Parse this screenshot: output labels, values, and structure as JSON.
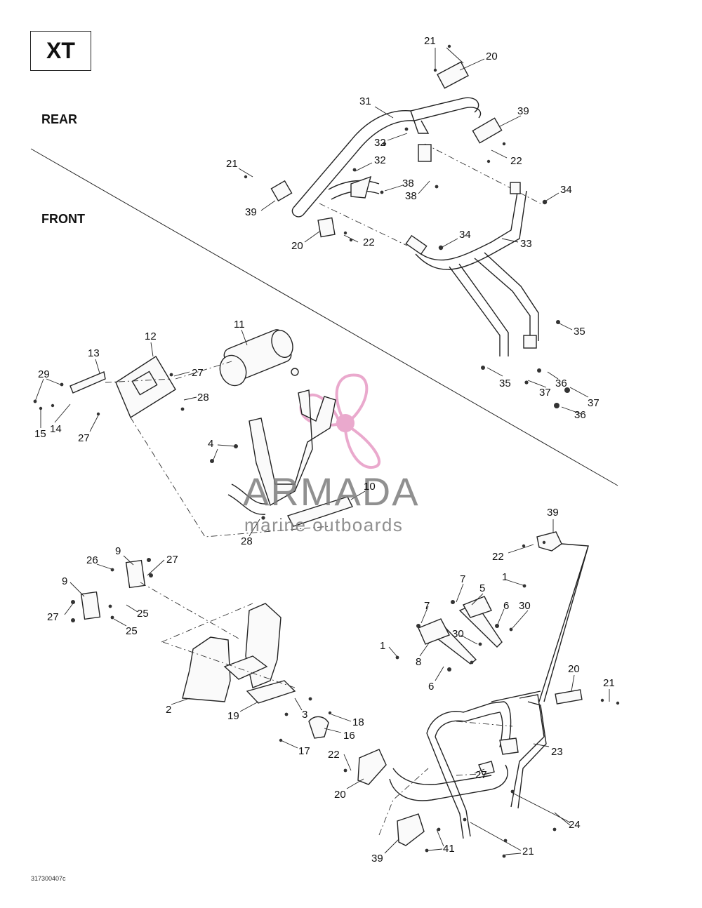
{
  "badge": "XT",
  "sides": {
    "rear": "REAR",
    "front": "FRONT"
  },
  "figure_code": "317300407c",
  "watermark": {
    "title": "ARMADA",
    "subtitle": "marine outboards",
    "color": "#e8a0c8"
  },
  "callouts": [
    {
      "id": "c21a",
      "text": "21"
    },
    {
      "id": "c20a",
      "text": "20"
    },
    {
      "id": "c31",
      "text": "31"
    },
    {
      "id": "c39a",
      "text": "39"
    },
    {
      "id": "c32a",
      "text": "32"
    },
    {
      "id": "c22a",
      "text": "22"
    },
    {
      "id": "c21b",
      "text": "21"
    },
    {
      "id": "c32b",
      "text": "32"
    },
    {
      "id": "c38a",
      "text": "38"
    },
    {
      "id": "c38b",
      "text": "38"
    },
    {
      "id": "c34a",
      "text": "34"
    },
    {
      "id": "c39b",
      "text": "39"
    },
    {
      "id": "c34b",
      "text": "34"
    },
    {
      "id": "c20b",
      "text": "20"
    },
    {
      "id": "c22b",
      "text": "22"
    },
    {
      "id": "c33",
      "text": "33"
    },
    {
      "id": "c35a",
      "text": "35"
    },
    {
      "id": "c11",
      "text": "11"
    },
    {
      "id": "c12",
      "text": "12"
    },
    {
      "id": "c13",
      "text": "13"
    },
    {
      "id": "c29",
      "text": "29"
    },
    {
      "id": "c27a",
      "text": "27"
    },
    {
      "id": "c28a",
      "text": "28"
    },
    {
      "id": "c15",
      "text": "15"
    },
    {
      "id": "c14",
      "text": "14"
    },
    {
      "id": "c27b",
      "text": "27"
    },
    {
      "id": "c35b",
      "text": "35"
    },
    {
      "id": "c36a",
      "text": "36"
    },
    {
      "id": "c37a",
      "text": "37"
    },
    {
      "id": "c37b",
      "text": "37"
    },
    {
      "id": "c36b",
      "text": "36"
    },
    {
      "id": "c4",
      "text": "4"
    },
    {
      "id": "c10",
      "text": "10"
    },
    {
      "id": "c28b",
      "text": "28"
    },
    {
      "id": "c39c",
      "text": "39"
    },
    {
      "id": "c22c",
      "text": "22"
    },
    {
      "id": "c9a",
      "text": "9"
    },
    {
      "id": "c26",
      "text": "26"
    },
    {
      "id": "c27c",
      "text": "27"
    },
    {
      "id": "c9b",
      "text": "9"
    },
    {
      "id": "c27d",
      "text": "27"
    },
    {
      "id": "c25a",
      "text": "25"
    },
    {
      "id": "c25b",
      "text": "25"
    },
    {
      "id": "c7a",
      "text": "7"
    },
    {
      "id": "c5",
      "text": "5"
    },
    {
      "id": "c1a",
      "text": "1"
    },
    {
      "id": "c7b",
      "text": "7"
    },
    {
      "id": "c6a",
      "text": "6"
    },
    {
      "id": "c30a",
      "text": "30"
    },
    {
      "id": "c1b",
      "text": "1"
    },
    {
      "id": "c30b",
      "text": "30"
    },
    {
      "id": "c8",
      "text": "8"
    },
    {
      "id": "c6b",
      "text": "6"
    },
    {
      "id": "c20c",
      "text": "20"
    },
    {
      "id": "c21c",
      "text": "21"
    },
    {
      "id": "c2",
      "text": "2"
    },
    {
      "id": "c19",
      "text": "19"
    },
    {
      "id": "c3",
      "text": "3"
    },
    {
      "id": "c18",
      "text": "18"
    },
    {
      "id": "c16",
      "text": "16"
    },
    {
      "id": "c17",
      "text": "17"
    },
    {
      "id": "c23",
      "text": "23"
    },
    {
      "id": "c22d",
      "text": "22"
    },
    {
      "id": "c27e",
      "text": "27"
    },
    {
      "id": "c20d",
      "text": "20"
    },
    {
      "id": "c24",
      "text": "24"
    },
    {
      "id": "c41",
      "text": "41"
    },
    {
      "id": "c21d",
      "text": "21"
    },
    {
      "id": "c39d",
      "text": "39"
    }
  ]
}
